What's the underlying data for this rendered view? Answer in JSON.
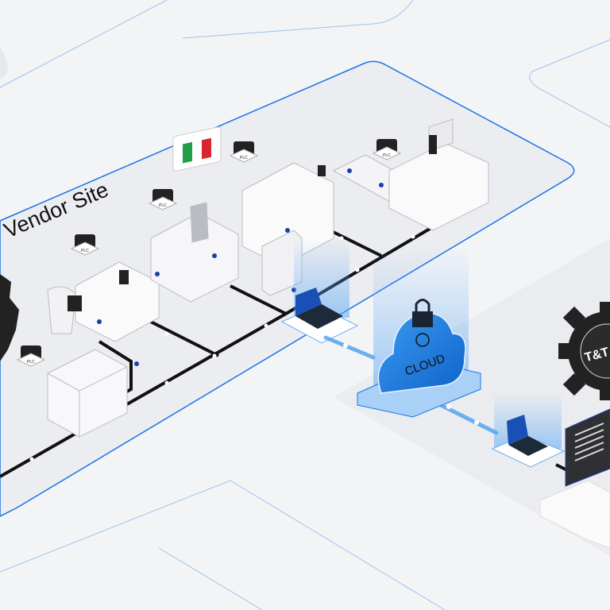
{
  "site_label": "Vendor Site",
  "plc_label": "PLC",
  "cloud_label": "CLOUD",
  "gear_label": "T&T",
  "flag_colors": [
    "#1e9e4a",
    "#ffffff",
    "#d8262e"
  ],
  "colors": {
    "accent": "#1a73e8",
    "cloud": "#1e7fe0",
    "network": "#111111",
    "background": "#f3f4f6"
  }
}
